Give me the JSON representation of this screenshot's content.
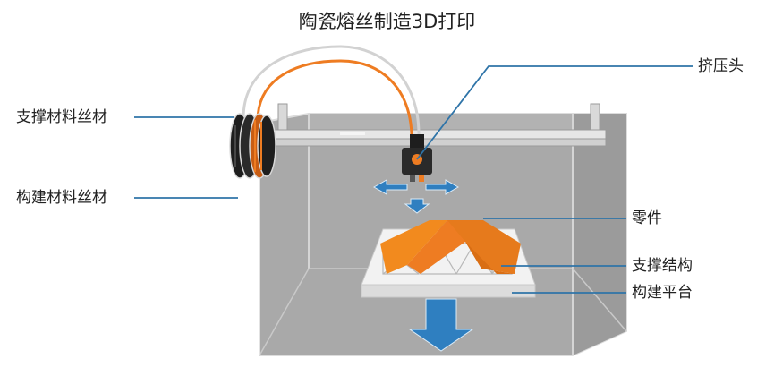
{
  "title": "陶瓷熔丝制造3D打印",
  "labels": {
    "support_filament": "支撑材料丝材",
    "build_filament": "构建材料丝材",
    "extruder": "挤压头",
    "part": "零件",
    "support_structure": "支撑结构",
    "build_platform": "构建平台"
  },
  "colors": {
    "leader_line": "#2f74a8",
    "arrow_blue": "#2f7fc0",
    "filament_orange": "#ee7c22",
    "part_orange": "#f28a1e",
    "enclosure_gray": "#a7a7a7",
    "enclosure_edge": "#e5e5e5",
    "spool_black": "#1e1e1e",
    "platform_white": "#f3f3f3"
  }
}
